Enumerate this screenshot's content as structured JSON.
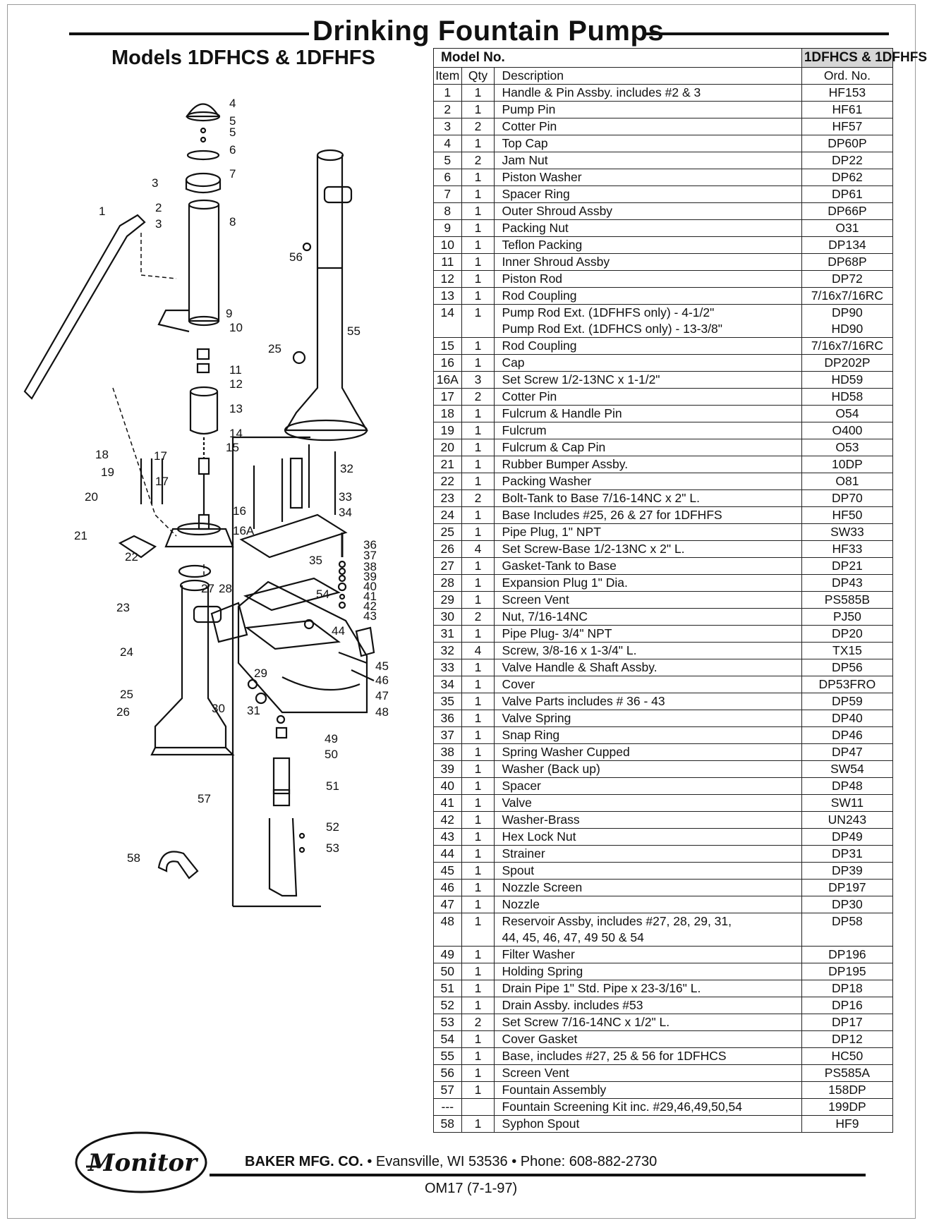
{
  "page": {
    "title": "Drinking Fountain Pumps",
    "models_heading": "Models 1DFHCS & 1DFHFS"
  },
  "table": {
    "model_label": "Model No.",
    "model_value": "1DFHCS & 1DFHFS",
    "headers": {
      "item": "Item",
      "qty": "Qty",
      "description": "Description",
      "ord": "Ord. No."
    },
    "rows": [
      {
        "item": "1",
        "qty": "1",
        "desc": [
          "Handle & Pin Assby. includes #2 & 3"
        ],
        "ord": [
          "HF153"
        ]
      },
      {
        "item": "2",
        "qty": "1",
        "desc": [
          "Pump Pin"
        ],
        "ord": [
          "HF61"
        ]
      },
      {
        "item": "3",
        "qty": "2",
        "desc": [
          "Cotter Pin"
        ],
        "ord": [
          "HF57"
        ]
      },
      {
        "item": "4",
        "qty": "1",
        "desc": [
          "Top Cap"
        ],
        "ord": [
          "DP60P"
        ]
      },
      {
        "item": "5",
        "qty": "2",
        "desc": [
          "Jam Nut"
        ],
        "ord": [
          "DP22"
        ]
      },
      {
        "item": "6",
        "qty": "1",
        "desc": [
          "Piston Washer"
        ],
        "ord": [
          "DP62"
        ]
      },
      {
        "item": "7",
        "qty": "1",
        "desc": [
          "Spacer Ring"
        ],
        "ord": [
          "DP61"
        ]
      },
      {
        "item": "8",
        "qty": "1",
        "desc": [
          "Outer Shroud Assby"
        ],
        "ord": [
          "DP66P"
        ]
      },
      {
        "item": "9",
        "qty": "1",
        "desc": [
          "Packing Nut"
        ],
        "ord": [
          "O31"
        ]
      },
      {
        "item": "10",
        "qty": "1",
        "desc": [
          "Teflon Packing"
        ],
        "ord": [
          "DP134"
        ]
      },
      {
        "item": "11",
        "qty": "1",
        "desc": [
          "Inner Shroud Assby"
        ],
        "ord": [
          "DP68P"
        ]
      },
      {
        "item": "12",
        "qty": "1",
        "desc": [
          "Piston Rod"
        ],
        "ord": [
          "DP72"
        ]
      },
      {
        "item": "13",
        "qty": "1",
        "desc": [
          "Rod Coupling"
        ],
        "ord": [
          "7/16x7/16RC"
        ]
      },
      {
        "item": "14",
        "qty": "1",
        "desc": [
          "Pump Rod Ext. (1DFHFS only) - 4-1/2\"",
          "Pump Rod Ext. (1DFHCS only) - 13-3/8\""
        ],
        "ord": [
          "DP90",
          "HD90"
        ]
      },
      {
        "item": "15",
        "qty": "1",
        "desc": [
          "Rod Coupling"
        ],
        "ord": [
          "7/16x7/16RC"
        ]
      },
      {
        "item": "16",
        "qty": "1",
        "desc": [
          "Cap"
        ],
        "ord": [
          "DP202P"
        ]
      },
      {
        "item": "16A",
        "qty": "3",
        "desc": [
          "Set Screw 1/2-13NC x 1-1/2\""
        ],
        "ord": [
          "HD59"
        ]
      },
      {
        "item": "17",
        "qty": "2",
        "desc": [
          "Cotter Pin"
        ],
        "ord": [
          "HD58"
        ]
      },
      {
        "item": "18",
        "qty": "1",
        "desc": [
          "Fulcrum & Handle Pin"
        ],
        "ord": [
          "O54"
        ]
      },
      {
        "item": "19",
        "qty": "1",
        "desc": [
          "Fulcrum"
        ],
        "ord": [
          "O400"
        ]
      },
      {
        "item": "20",
        "qty": "1",
        "desc": [
          "Fulcrum & Cap Pin"
        ],
        "ord": [
          "O53"
        ]
      },
      {
        "item": "21",
        "qty": "1",
        "desc": [
          "Rubber Bumper Assby."
        ],
        "ord": [
          "10DP"
        ]
      },
      {
        "item": "22",
        "qty": "1",
        "desc": [
          "Packing Washer"
        ],
        "ord": [
          "O81"
        ]
      },
      {
        "item": "23",
        "qty": "2",
        "desc": [
          "Bolt-Tank to Base 7/16-14NC x 2\" L."
        ],
        "ord": [
          "DP70"
        ]
      },
      {
        "item": "24",
        "qty": "1",
        "desc": [
          "Base Includes #25, 26 & 27 for 1DFHFS"
        ],
        "ord": [
          "HF50"
        ]
      },
      {
        "item": "25",
        "qty": "1",
        "desc": [
          "Pipe Plug, 1\" NPT"
        ],
        "ord": [
          "SW33"
        ]
      },
      {
        "item": "26",
        "qty": "4",
        "desc": [
          "Set Screw-Base 1/2-13NC x 2\" L."
        ],
        "ord": [
          "HF33"
        ]
      },
      {
        "item": "27",
        "qty": "1",
        "desc": [
          "Gasket-Tank to Base"
        ],
        "ord": [
          "DP21"
        ]
      },
      {
        "item": "28",
        "qty": "1",
        "desc": [
          "Expansion Plug 1\" Dia."
        ],
        "ord": [
          "DP43"
        ]
      },
      {
        "item": "29",
        "qty": "1",
        "desc": [
          "Screen Vent"
        ],
        "ord": [
          "PS585B"
        ]
      },
      {
        "item": "30",
        "qty": "2",
        "desc": [
          "Nut, 7/16-14NC"
        ],
        "ord": [
          "PJ50"
        ]
      },
      {
        "item": "31",
        "qty": "1",
        "desc": [
          "Pipe Plug- 3/4\" NPT"
        ],
        "ord": [
          "DP20"
        ]
      },
      {
        "item": "32",
        "qty": "4",
        "desc": [
          "Screw, 3/8-16 x 1-3/4\" L."
        ],
        "ord": [
          "TX15"
        ]
      },
      {
        "item": "33",
        "qty": "1",
        "desc": [
          "Valve Handle & Shaft Assby."
        ],
        "ord": [
          "DP56"
        ]
      },
      {
        "item": "34",
        "qty": "1",
        "desc": [
          "Cover"
        ],
        "ord": [
          "DP53FRO"
        ]
      },
      {
        "item": "35",
        "qty": "1",
        "desc": [
          "Valve Parts includes # 36 - 43"
        ],
        "ord": [
          "DP59"
        ]
      },
      {
        "item": "36",
        "qty": "1",
        "desc": [
          "Valve Spring"
        ],
        "ord": [
          "DP40"
        ]
      },
      {
        "item": "37",
        "qty": "1",
        "desc": [
          "Snap Ring"
        ],
        "ord": [
          "DP46"
        ]
      },
      {
        "item": "38",
        "qty": "1",
        "desc": [
          "Spring Washer Cupped"
        ],
        "ord": [
          "DP47"
        ]
      },
      {
        "item": "39",
        "qty": "1",
        "desc": [
          "Washer (Back up)"
        ],
        "ord": [
          "SW54"
        ]
      },
      {
        "item": "40",
        "qty": "1",
        "desc": [
          "Spacer"
        ],
        "ord": [
          "DP48"
        ]
      },
      {
        "item": "41",
        "qty": "1",
        "desc": [
          "Valve"
        ],
        "ord": [
          "SW11"
        ]
      },
      {
        "item": "42",
        "qty": "1",
        "desc": [
          "Washer-Brass"
        ],
        "ord": [
          "UN243"
        ]
      },
      {
        "item": "43",
        "qty": "1",
        "desc": [
          "Hex Lock Nut"
        ],
        "ord": [
          "DP49"
        ]
      },
      {
        "item": "44",
        "qty": "1",
        "desc": [
          "Strainer"
        ],
        "ord": [
          "DP31"
        ]
      },
      {
        "item": "45",
        "qty": "1",
        "desc": [
          "Spout"
        ],
        "ord": [
          "DP39"
        ]
      },
      {
        "item": "46",
        "qty": "1",
        "desc": [
          "Nozzle Screen"
        ],
        "ord": [
          "DP197"
        ]
      },
      {
        "item": "47",
        "qty": "1",
        "desc": [
          "Nozzle"
        ],
        "ord": [
          "DP30"
        ]
      },
      {
        "item": "48",
        "qty": "1",
        "desc": [
          "Reservoir Assby, includes #27, 28, 29, 31,",
          "44, 45, 46, 47, 49 50 & 54"
        ],
        "ord": [
          "DP58"
        ]
      },
      {
        "item": "49",
        "qty": "1",
        "desc": [
          "Filter Washer"
        ],
        "ord": [
          "DP196"
        ]
      },
      {
        "item": "50",
        "qty": "1",
        "desc": [
          "Holding Spring"
        ],
        "ord": [
          "DP195"
        ]
      },
      {
        "item": "51",
        "qty": "1",
        "desc": [
          "Drain Pipe 1\" Std. Pipe x 23-3/16\" L."
        ],
        "ord": [
          "DP18"
        ]
      },
      {
        "item": "52",
        "qty": "1",
        "desc": [
          "Drain Assby. includes #53"
        ],
        "ord": [
          "DP16"
        ]
      },
      {
        "item": "53",
        "qty": "2",
        "desc": [
          "Set Screw 7/16-14NC x 1/2\" L."
        ],
        "ord": [
          "DP17"
        ]
      },
      {
        "item": "54",
        "qty": "1",
        "desc": [
          "Cover Gasket"
        ],
        "ord": [
          "DP12"
        ]
      },
      {
        "item": "55",
        "qty": "1",
        "desc": [
          "Base, includes #27, 25 & 56 for 1DFHCS"
        ],
        "ord": [
          "HC50"
        ]
      },
      {
        "item": "56",
        "qty": "1",
        "desc": [
          "Screen Vent"
        ],
        "ord": [
          "PS585A"
        ]
      },
      {
        "item": "57",
        "qty": "1",
        "desc": [
          "Fountain Assembly"
        ],
        "ord": [
          "158DP"
        ]
      },
      {
        "item": "---",
        "qty": "",
        "desc": [
          "Fountain Screening Kit inc. #29,46,49,50,54"
        ],
        "ord": [
          "199DP"
        ]
      },
      {
        "item": "58",
        "qty": "1",
        "desc": [
          "Syphon Spout"
        ],
        "ord": [
          "HF9"
        ]
      }
    ]
  },
  "diagram": {
    "callouts": [
      "1",
      "2",
      "3",
      "3",
      "4",
      "5",
      "5",
      "6",
      "7",
      "8",
      "9",
      "10",
      "11",
      "12",
      "13",
      "14",
      "15",
      "16",
      "16A",
      "17",
      "17",
      "18",
      "19",
      "20",
      "21",
      "22",
      "23",
      "24",
      "25",
      "25",
      "26",
      "27",
      "28",
      "29",
      "30",
      "31",
      "32",
      "33",
      "34",
      "35",
      "36",
      "37",
      "38",
      "39",
      "40",
      "41",
      "42",
      "43",
      "44",
      "45",
      "46",
      "47",
      "48",
      "49",
      "50",
      "51",
      "52",
      "53",
      "54",
      "55",
      "56",
      "57",
      "58"
    ]
  },
  "footer": {
    "logo_text": "Monitor",
    "company": "BAKER MFG. CO.",
    "address": " • Evansville, WI 53536 • Phone: 608-882-2730",
    "doc_code": "OM17 (7-1-97)"
  }
}
